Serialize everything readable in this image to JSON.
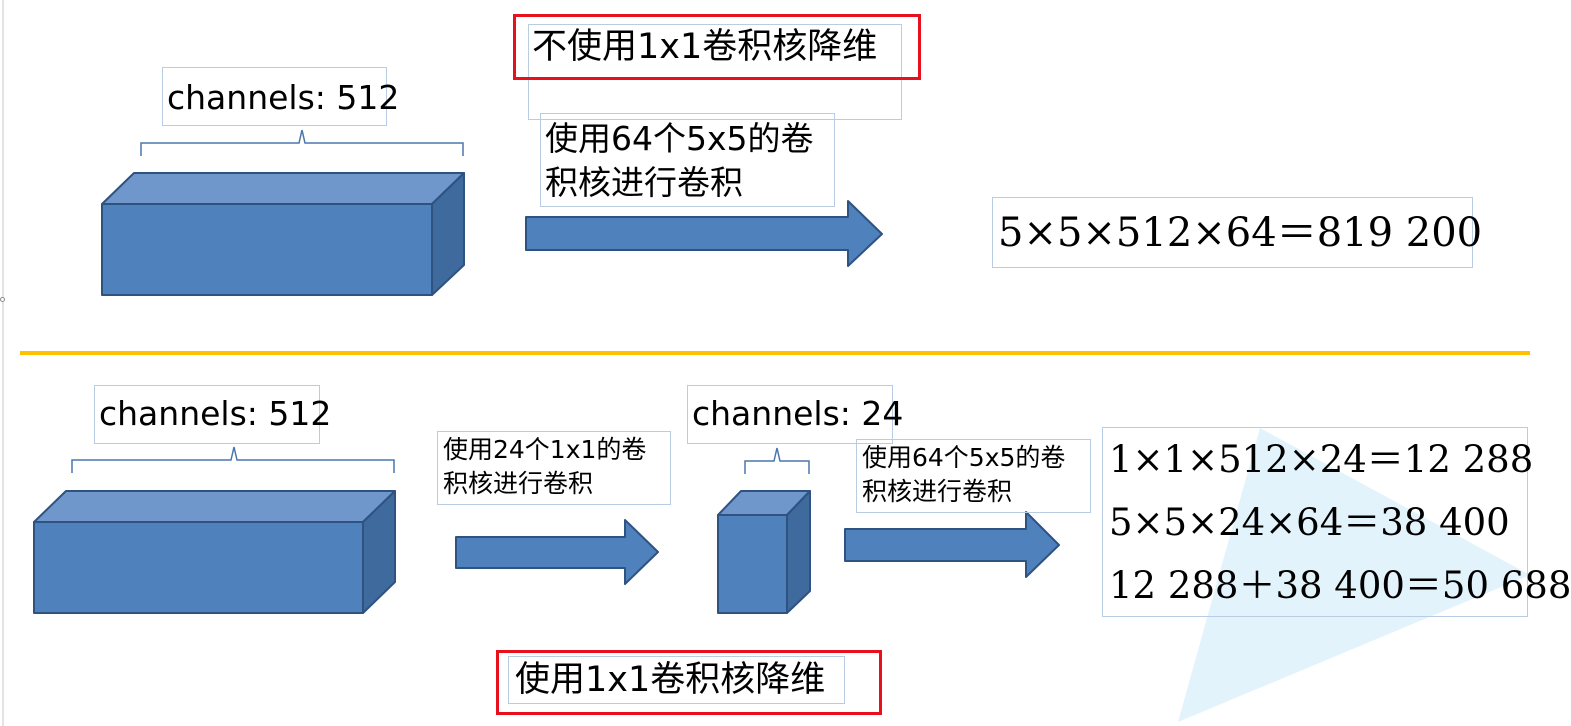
{
  "top_section": {
    "header": "不使用1x1卷积核降维",
    "input_label": "channels: 512",
    "conv_label": "使用64个5x5的卷积核进行卷积",
    "conv_label_lines": [
      "使用64个5x5的卷",
      "积核进行卷积"
    ],
    "equation": "5×5×512×64＝819 200"
  },
  "bottom_section": {
    "header": "使用1x1卷积核降维",
    "input_label": "channels: 512",
    "reduce_label": "使用24个1x1的卷积核进行卷积",
    "reduce_label_lines": [
      "使用24个1x1的卷",
      "积核进行卷积"
    ],
    "mid_label": "channels: 24",
    "conv_label": "使用64个5x5的卷积核进行卷积",
    "conv_label_lines": [
      "使用64个5x5的卷",
      "积核进行卷积"
    ],
    "equations": [
      "1×1×512×24＝12 288",
      "5×5×24×64＝38 400",
      "12 288＋38 400＝50 688"
    ]
  },
  "colors": {
    "box_front": "#4f81bd",
    "box_top": "#6f97cb",
    "box_side": "#3e6a9d",
    "box_edge": "#2f5381",
    "divider": "#ffc000",
    "highlight_border": "#e8101c",
    "textbox_border": "#b8cce4",
    "watermark": "#e3f3fb"
  }
}
